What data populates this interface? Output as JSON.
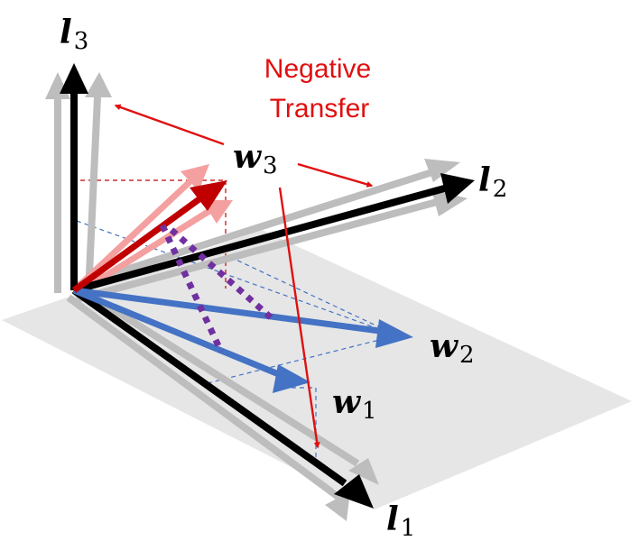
{
  "colors": {
    "plane": "#e6e6e6",
    "axis": "#000000",
    "axis_ghost": "#bdbdbd",
    "task_vector": "#4472c4",
    "w3_vector": "#c00000",
    "w3_ghost": "#f4a0a0",
    "annotation": "#e01010",
    "projection": "#7030a0"
  },
  "axes": [
    {
      "symbol": "l",
      "index": "3"
    },
    {
      "symbol": "l",
      "index": "2"
    },
    {
      "symbol": "l",
      "index": "1"
    }
  ],
  "vectors": [
    {
      "symbol": "w",
      "index": "3"
    },
    {
      "symbol": "w",
      "index": "2"
    },
    {
      "symbol": "w",
      "index": "1"
    }
  ],
  "annotation": {
    "line1": "Negative",
    "line2": "Transfer"
  }
}
